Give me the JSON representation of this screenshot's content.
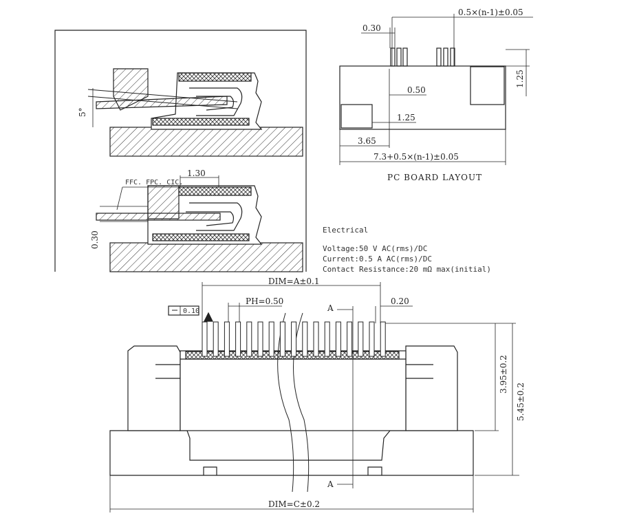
{
  "cross_section": {
    "angle_label": "5°",
    "width_label": "1.30",
    "cable_label": "FFC. FPC. CIC.",
    "thickness_label": "0.30"
  },
  "pcb_layout": {
    "pitch_label": "0.5×(n-1)±0.05",
    "pad_width_label": "0.30",
    "pad_height_label": "1.25",
    "gap_label": "0.50",
    "inner_height_label": "1.25",
    "offset_label": "3.65",
    "total_label": "7.3+0.5×(n-1)±0.05",
    "title": "PC BOARD LAYOUT"
  },
  "electrical": {
    "heading": "Electrical",
    "voltage": "Voltage:50 V AC(rms)/DC",
    "current": "Current:0.5 A AC(rms)/DC",
    "resistance": "Contact Resistance:20 mΩ max(initial)"
  },
  "front_view": {
    "dim_a": "DIM=A±0.1",
    "pitch": "PH=0.50",
    "section_marker": "A",
    "pin_width": "0.20",
    "flatness": "0.10",
    "height_inner": "3.95±0.2",
    "height_total": "5.45±0.2",
    "dim_c": "DIM=C±0.2"
  }
}
